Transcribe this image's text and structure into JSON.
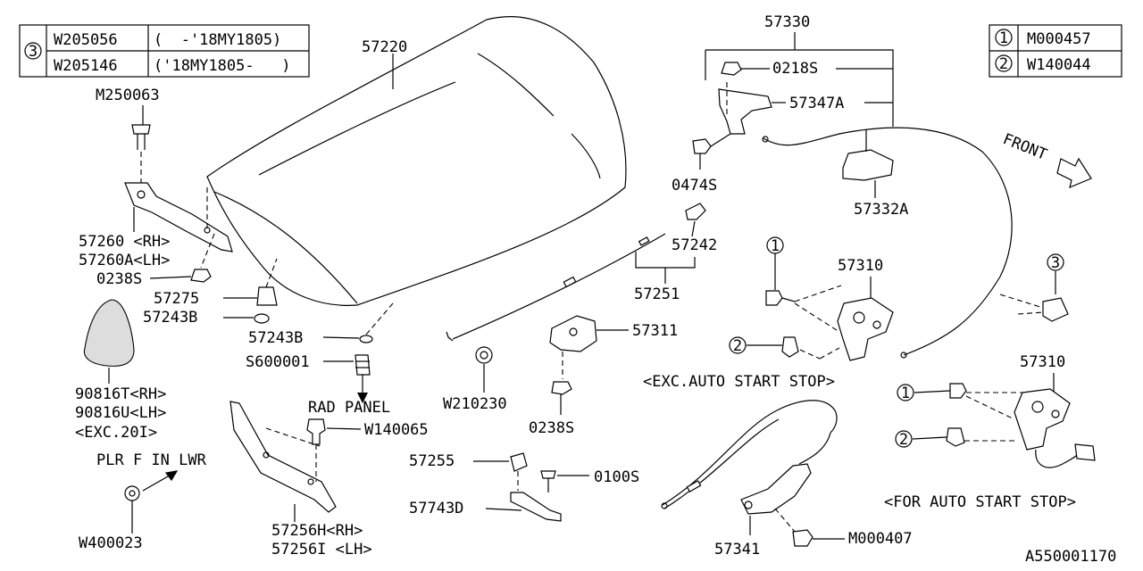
{
  "diagram_id": "A550001170",
  "legend_left": {
    "marker": "3",
    "rows": [
      {
        "part": "W205056",
        "range": "(  -'18MY1805)"
      },
      {
        "part": "W205146",
        "range": "('18MY1805-   )"
      }
    ]
  },
  "legend_right": [
    {
      "marker": "1",
      "part": "M000457"
    },
    {
      "marker": "2",
      "part": "W140044"
    }
  ],
  "labels": {
    "hood": "57220",
    "bolt_top": "M250063",
    "hinge_rh": "57260 <RH>",
    "hinge_lh": "57260A<LH>",
    "nut_hinge": "0238S",
    "bumper": "57275",
    "washer_b1": "57243B",
    "washer_b2": "57243B",
    "stopper": "S600001",
    "rad_panel": "RAD PANEL",
    "clip_rad": "W140065",
    "insulator_rh": "90816T<RH>",
    "insulator_lh": "90816U<LH>",
    "insulator_note": "<EXC.20I>",
    "plr_note": "PLR F IN LWR",
    "grommet": "W400023",
    "seal_rh": "57256H<RH>",
    "seal_lh": "57256I <LH>",
    "latch_assy": "57330",
    "nut_latch": "0218S",
    "latch_bracket": "57347A",
    "screw_latch": "0474S",
    "latch_handle": "57332A",
    "stay_clip": "57242",
    "stay_rod": "57251",
    "cap": "W210230",
    "striker": "57311",
    "nut_striker": "0238S",
    "clip_57255": "57255",
    "screw_0100": "0100S",
    "bracket_d": "57743D",
    "lock_exc": "57310",
    "lock_auto": "57310",
    "exc_note": "<EXC.AUTO START STOP>",
    "auto_note": "<FOR AUTO START STOP>",
    "cable": "57341",
    "bolt_cable": "M000407",
    "front": "FRONT",
    "m1a": "1",
    "m2a": "2",
    "m1b": "1",
    "m2b": "2",
    "m3": "3"
  }
}
